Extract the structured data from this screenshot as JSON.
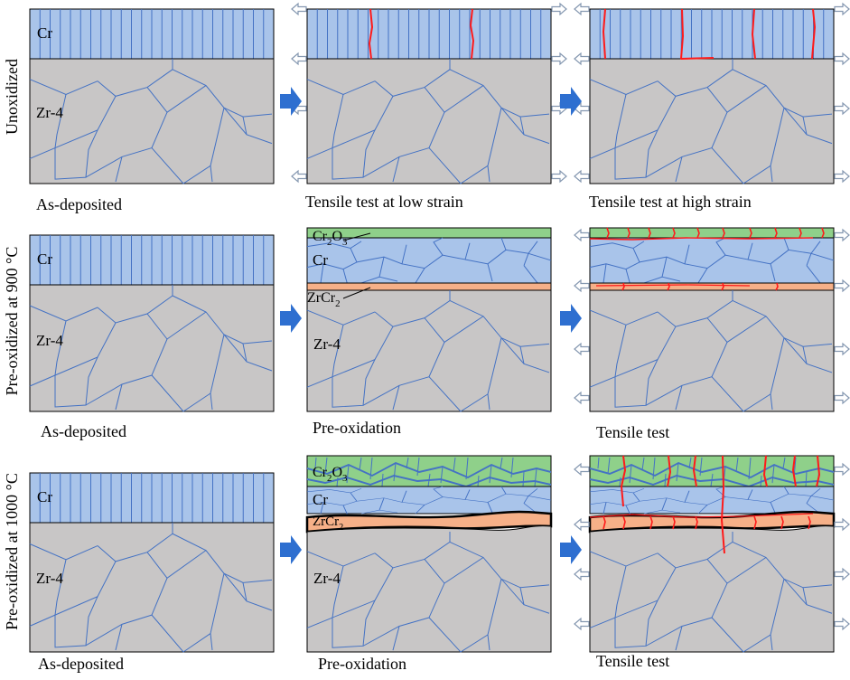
{
  "row_labels": [
    "Unoxidized",
    "Pre-oxidized at 900 °C",
    "Pre-oxidized at 1000 °C"
  ],
  "captions": [
    [
      "As-deposited",
      "Tensile test at low strain",
      "Tensile test at high strain"
    ],
    [
      "As-deposited",
      "Pre-oxidation",
      "Tensile test"
    ],
    [
      "As-deposited",
      "Pre-oxidation",
      "Tensile test"
    ]
  ],
  "layers": {
    "cr": "Cr",
    "substrate": "Zr-4",
    "oxide": {
      "base": "Cr",
      "sub1": "2",
      "mid": "O",
      "sub2": "3"
    },
    "intermetallic": {
      "base": "ZrCr",
      "sub": "2"
    }
  },
  "colors": {
    "substrate": "#c8c6c6",
    "cr_layer": "#a9c4ea",
    "oxide_layer": "#8fd08a",
    "intermetallic_layer": "#f6b088",
    "grain_boundary": "#4472c4",
    "crack": "#ff1a1a",
    "process_arrow": "#2e6fd0",
    "tensile_arrow": "#8497b0"
  }
}
